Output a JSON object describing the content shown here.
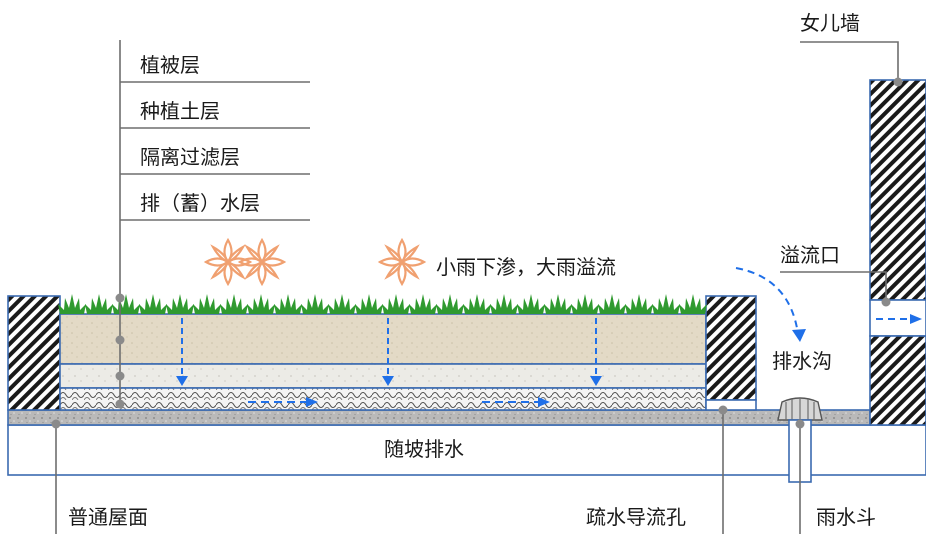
{
  "labels": {
    "vegetation": "植被层",
    "planting_soil": "种植土层",
    "filter": "隔离过滤层",
    "drainage_storage": "排（蓄）水层",
    "rain_note": "小雨下渗，大雨溢流",
    "parapet": "女儿墙",
    "overflow": "溢流口",
    "gutter": "排水沟",
    "slope_drain": "随坡排水",
    "roof": "普通屋面",
    "weep_hole": "疏水导流孔",
    "rain_hopper": "雨水斗"
  },
  "colors": {
    "outline": "#3b6ab0",
    "arrow": "#1f6fe8",
    "soil": "#e3dac6",
    "gravel": "#ecebe6",
    "drain_board": "#dcdcdc",
    "concrete": "#b9b9b9",
    "grass": "#2f9a2f",
    "flower": "#f0a070"
  },
  "icons": {
    "flower": "flower-icon",
    "grass": "grass-icon",
    "arrow": "arrow-icon",
    "wall": "hatched-wall"
  }
}
